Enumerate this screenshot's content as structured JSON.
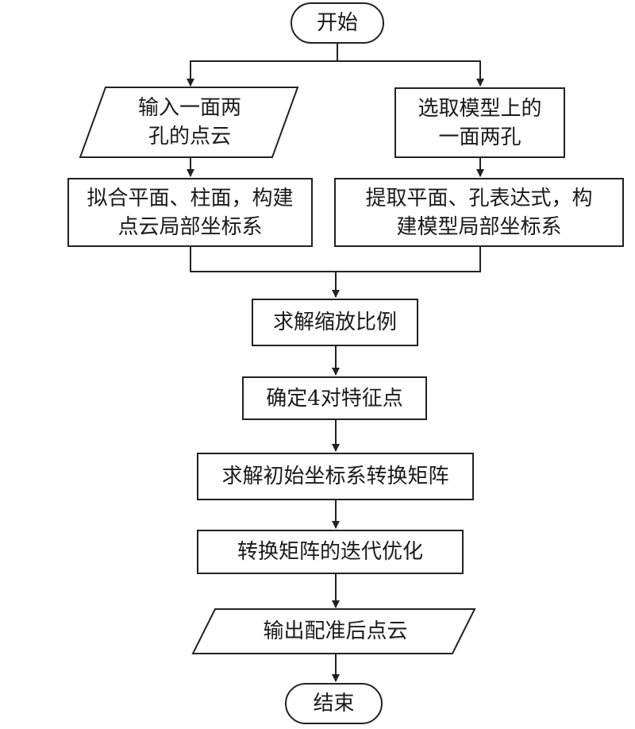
{
  "diagram": {
    "nodes": {
      "start": "开始",
      "input_cloud": "输入一面两\n孔的点云",
      "select_model": "选取模型上的\n一面两孔",
      "fit_plane": "拟合平面、柱面，构建\n点云局部坐标系",
      "extract_expr": "提取平面、孔表达式，构\n建模型局部坐标系",
      "solve_scale": "求解缩放比例",
      "feature_points": "确定4对特征点",
      "init_matrix": "求解初始坐标系转换矩阵",
      "iterative_opt": "转换矩阵的迭代优化",
      "output_cloud": "输出配准后点云",
      "end": "结束"
    },
    "edges": [
      [
        "start",
        "input_cloud"
      ],
      [
        "start",
        "select_model"
      ],
      [
        "input_cloud",
        "fit_plane"
      ],
      [
        "select_model",
        "extract_expr"
      ],
      [
        "fit_plane",
        "solve_scale"
      ],
      [
        "extract_expr",
        "solve_scale"
      ],
      [
        "solve_scale",
        "feature_points"
      ],
      [
        "feature_points",
        "init_matrix"
      ],
      [
        "init_matrix",
        "iterative_opt"
      ],
      [
        "iterative_opt",
        "output_cloud"
      ],
      [
        "output_cloud",
        "end"
      ]
    ]
  }
}
